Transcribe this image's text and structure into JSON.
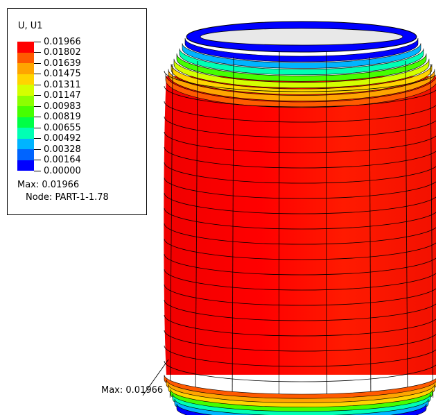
{
  "viewport": {
    "background": "#ffffff",
    "mesh_color": "#000000"
  },
  "legend": {
    "title": "U, U1",
    "values": [
      "0.01966",
      "0.01802",
      "0.01639",
      "0.01475",
      "0.01311",
      "0.01147",
      "0.00983",
      "0.00819",
      "0.00655",
      "0.00492",
      "0.00328",
      "0.00164",
      "0.00000"
    ],
    "colors": [
      "#ff0000",
      "#ff5a00",
      "#ffa500",
      "#ffd400",
      "#d4ff00",
      "#8cff00",
      "#46ff00",
      "#00ff46",
      "#00ffb4",
      "#00b4ff",
      "#0064ff",
      "#0000ff"
    ],
    "max_text": "Max: 0.01966",
    "node_text": "Node: PART-1-1.78"
  },
  "model": {
    "name": "cylindrical shell deformed contour",
    "body_color": "#ff0000",
    "top_rim_colors": [
      "#0000ff",
      "#00b4ff",
      "#00ffb4",
      "#46ff00",
      "#d4ff00",
      "#ffd400",
      "#ffa500",
      "#ff5a00"
    ],
    "bottom_rim_colors": [
      "#ff5a00",
      "#ffa500",
      "#ffd400",
      "#46ff00",
      "#00ffb4",
      "#00b4ff",
      "#0000ff"
    ],
    "max_annotation": "Max: 0.01966"
  }
}
